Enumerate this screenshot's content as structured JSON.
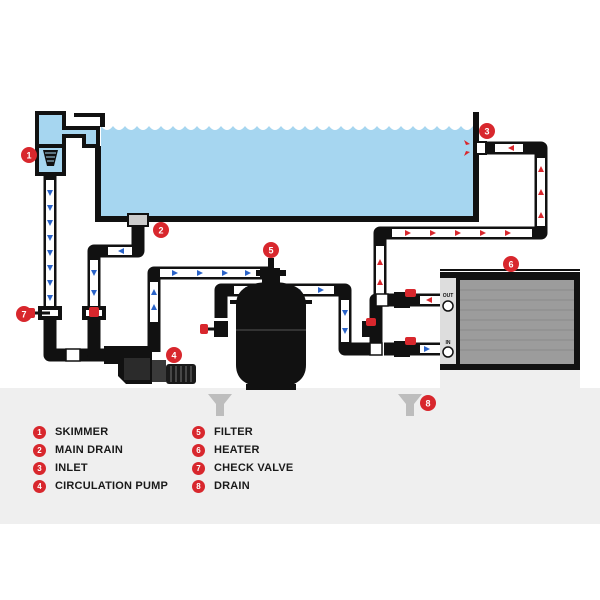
{
  "colors": {
    "water": "#a6d6f0",
    "pipe": "#111111",
    "ground": "#efefef",
    "badge": "#d8272d",
    "flow_cold": "#2a63c8",
    "flow_hot": "#d8272d",
    "pipe_window": "#ffffff",
    "heater_body": "#9c9c9c"
  },
  "callouts": [
    {
      "id": "skimmer-callout",
      "number": "1"
    },
    {
      "id": "main-drain-callout",
      "number": "2"
    },
    {
      "id": "inlet-callout",
      "number": "3"
    },
    {
      "id": "pump-callout",
      "number": "4"
    },
    {
      "id": "filter-callout",
      "number": "5"
    },
    {
      "id": "heater-callout",
      "number": "6"
    },
    {
      "id": "check-valve-callout",
      "number": "7"
    },
    {
      "id": "drain-callout",
      "number": "8"
    }
  ],
  "heater": {
    "out_label": "OUT",
    "in_label": "IN"
  },
  "legend": [
    {
      "number": "1",
      "label": "SKIMMER"
    },
    {
      "number": "2",
      "label": "MAIN DRAIN"
    },
    {
      "number": "3",
      "label": "INLET"
    },
    {
      "number": "4",
      "label": "CIRCULATION PUMP"
    },
    {
      "number": "5",
      "label": "FILTER"
    },
    {
      "number": "6",
      "label": "HEATER"
    },
    {
      "number": "7",
      "label": "CHECK VALVE"
    },
    {
      "number": "8",
      "label": "DRAIN"
    }
  ]
}
